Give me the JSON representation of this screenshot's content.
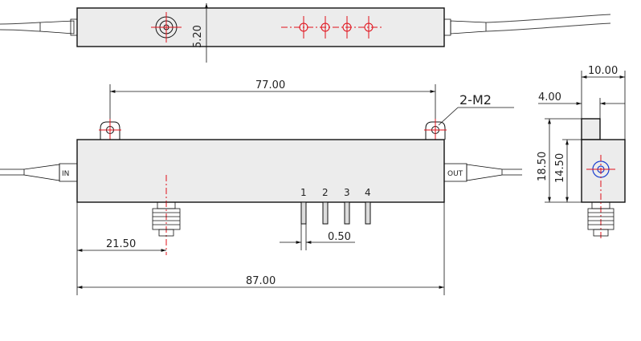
{
  "dimensions": {
    "height_top": "5.20",
    "mount_spacing": "77.00",
    "mount_holes": "2-M2",
    "connector_offset": "21.50",
    "pin_width": "0.50",
    "total_length": "87.00",
    "side_width": "10.00",
    "side_offset": "4.00",
    "side_height_outer": "18.50",
    "side_height_inner": "14.50"
  },
  "ports": {
    "in": "IN",
    "out": "OUT"
  },
  "pins": [
    "1",
    "2",
    "3",
    "4"
  ],
  "colors": {
    "outline": "#111111",
    "centerline": "#e0101a",
    "body_fill": "#ececec",
    "axis_blue": "#1a3fd0"
  }
}
